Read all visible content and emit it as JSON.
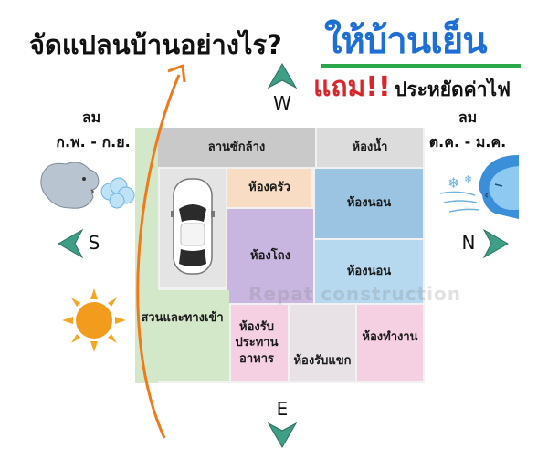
{
  "header": {
    "question": "จัดแปลนบ้านอย่างไร?",
    "main": "ให้บ้านเย็น",
    "bonus": "แถม!!",
    "saving": "ประหยัดค่าไฟ"
  },
  "wind": {
    "left_title": "ลม",
    "left_months": "ก.พ. - ก.ย.",
    "right_title": "ลม",
    "right_months": "ต.ค. - ม.ค."
  },
  "directions": {
    "north": "W",
    "west": "S",
    "east": "N",
    "south": "E"
  },
  "rooms": {
    "carport": "ลานซักล้าง",
    "bathroom": "ห้องน้ำ",
    "kitchen": "ห้องครัว",
    "bedroom1": "ห้องนอน",
    "hall": "ห้องโถง",
    "bedroom2": "ห้องนอน",
    "garden": "สวนและทางเข้า",
    "dining": "ห้องรับประทานอาหาร",
    "guest": "ห้องรับแขก",
    "office": "ห้องทำงาน"
  },
  "watermark": "Repat construction",
  "colors": {
    "title_blue": "#1d6fd6",
    "accent_red": "#d8262b",
    "accent_green": "#2ba84a",
    "arrow_green": "#3e9f86",
    "sun": "#f39b1c",
    "sun_path": "#f07a1a"
  }
}
